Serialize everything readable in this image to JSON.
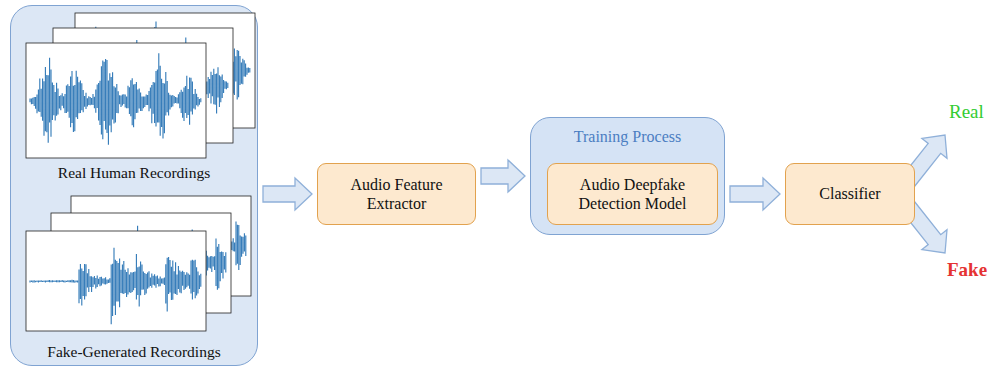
{
  "diagram": {
    "nodes": [
      {
        "text": [
          "Real Human Recordings",
          "Fake-Generated Recordings"
        ]
      },
      {
        "text": [
          "Audio Feature Extractor"
        ]
      },
      {
        "text": [
          "Training Process"
        ]
      },
      {
        "text": [
          "Audio Deepfake Detection Model"
        ],
        "in": 2
      },
      {
        "text": [
          "Classifier"
        ]
      }
    ],
    "edges": [
      {
        "from": 0,
        "to": 1,
        "arrow": "to"
      },
      {
        "from": 1,
        "to": 2,
        "arrow": "to"
      },
      {
        "from": 2,
        "to": 4,
        "arrow": "to"
      }
    ],
    "labels": [
      "Real",
      "Fake"
    ]
  }
}
